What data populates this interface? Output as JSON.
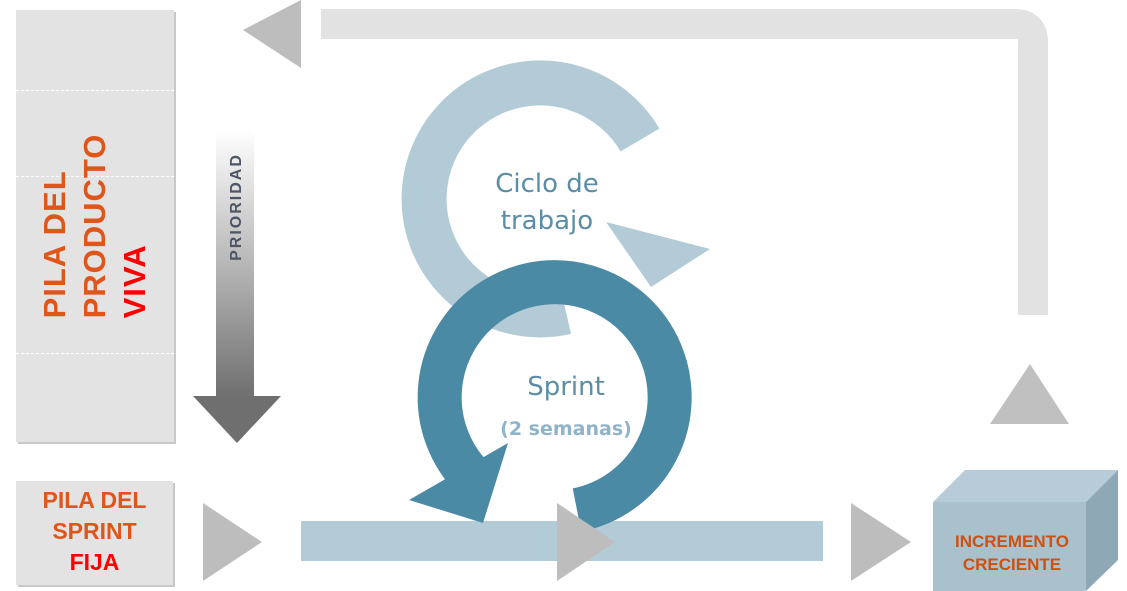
{
  "product_backlog": {
    "line1": "PILA DEL",
    "line2": "PRODUCTO",
    "line3": "VIVA"
  },
  "priority_label": "PRIORIDAD",
  "sprint_backlog": {
    "line1": "PILA DEL",
    "line2": "SPRINT",
    "line3": "FIJA"
  },
  "work_cycle": {
    "line1": "Ciclo de",
    "line2": "trabajo"
  },
  "sprint": {
    "label": "Sprint",
    "duration": "(2 semanas)"
  },
  "increment": {
    "line1": "INCREMENTO",
    "line2": "CRECIENTE"
  },
  "colors": {
    "gray_arrow": "#e2e2e2",
    "gray_triangle": "#bdbdbd",
    "light_blue": "#b3cbd7",
    "dark_blue": "#4b8aa5",
    "orange": "#e0551a",
    "red": "#ff0000"
  }
}
